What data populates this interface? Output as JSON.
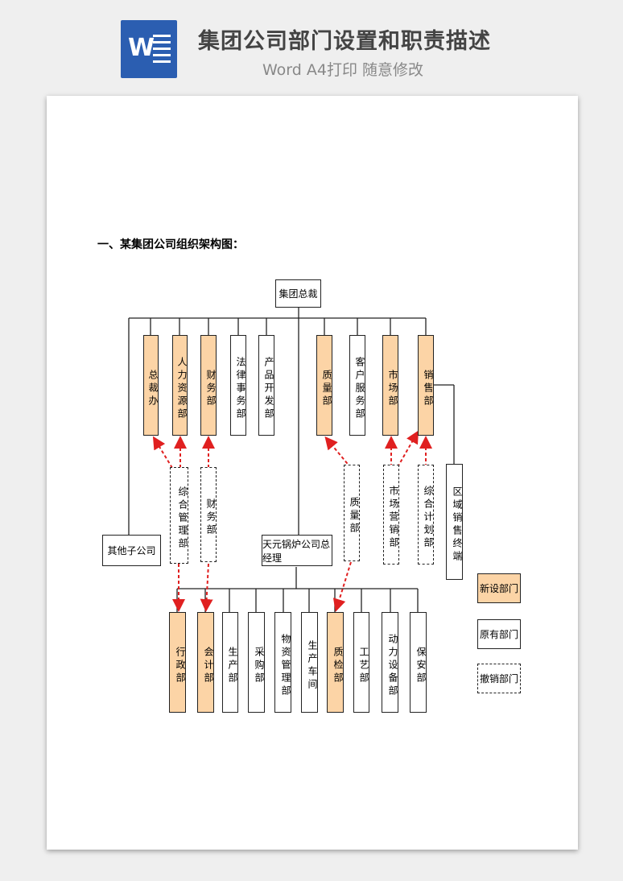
{
  "header": {
    "app_icon": "word-icon",
    "icon_letter": "W",
    "title": "集团公司部门设置和职责描述",
    "subtitle": "Word A4打印 随意修改"
  },
  "document": {
    "heading": "一、某集团公司组织架构图："
  },
  "org_chart": {
    "root": "集团总裁",
    "level1": [
      "总裁办",
      "人力资源部",
      "财务部",
      "法律事务部",
      "产品开发部",
      "质量部",
      "客户服务部",
      "市场部",
      "销售部"
    ],
    "cancelled": [
      "综合管理部",
      "财务部",
      "质量部",
      "市场营销部",
      "综合计划部"
    ],
    "regional": "区域销售终端",
    "other": "其他子公司",
    "gm": "天元锅炉公司总经理",
    "level2": [
      "行政部",
      "会计部",
      "生产部",
      "采购部",
      "物资管理部",
      "生产车间",
      "质检部",
      "工艺部",
      "动力设备部",
      "保安部"
    ],
    "legend": [
      "新设部门",
      "原有部门",
      "撤销部门"
    ],
    "colors": {
      "new": "#fcd4a6",
      "arrow": "#e02020",
      "line": "#222222"
    }
  }
}
